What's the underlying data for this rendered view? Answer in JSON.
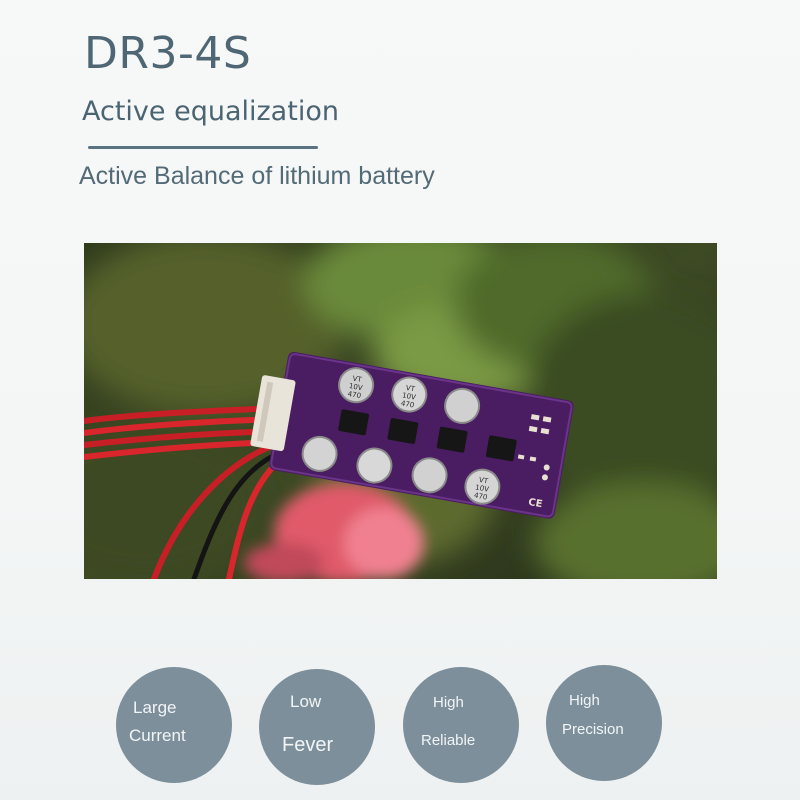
{
  "header": {
    "title": "DR3-4S",
    "subtitle": "Active equalization",
    "tagline": "Active Balance of lithium battery"
  },
  "board": {
    "capacitor_label_top": "470",
    "capacitor_label_mid": "10V",
    "capacitor_label_bottom": "VT",
    "ce_mark": "CE"
  },
  "features": [
    {
      "line1": "Large",
      "line2": "Current",
      "icon": "feature-circle"
    },
    {
      "line1": "Low",
      "line2": "Fever",
      "icon": "feature-circle"
    },
    {
      "line1": "High",
      "line2": "Reliable",
      "icon": "feature-circle"
    },
    {
      "line1": "High",
      "line2": "Precision",
      "icon": "feature-circle"
    }
  ],
  "colors": {
    "badge": "#7d8f9a",
    "title": "#4f6674",
    "board_pcb": "#4a1d62",
    "wire_red": "#d8262c"
  }
}
